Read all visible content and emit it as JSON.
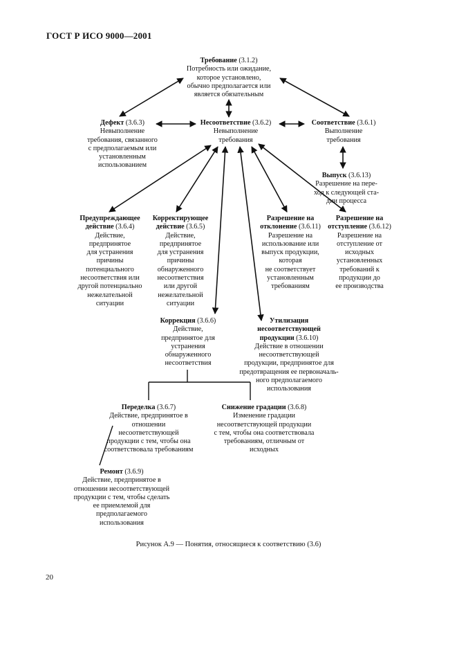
{
  "header": "ГОСТ Р ИСО 9000—2001",
  "nodes": {
    "requirement": {
      "title": "Требование",
      "ref": "(3.1.2)",
      "desc": "Потребность или ожидание,\nкоторое установлено,\nобычно предполагается или\nявляется обязательным"
    },
    "defect": {
      "title": "Дефект",
      "ref": "(3.6.3)",
      "desc": "Невыполнение\nтребования, связанного\nс предполагаемым или\nустановленным\nиспользованием"
    },
    "nonconformity": {
      "title": "Несоответствие",
      "ref": "(3.6.2)",
      "desc": "Невыполнение\nтребования"
    },
    "conformity": {
      "title": "Соответствие",
      "ref": "(3.6.1)",
      "desc": "Выполнение\nтребования"
    },
    "release": {
      "title": "Выпуск",
      "ref": "(3.6.13)",
      "desc": "Разрешение на пере-\nход к следующей ста-\nдии процесса"
    },
    "preventive": {
      "title": "Предупреждающее\nдействие",
      "ref": "(3.6.4)",
      "desc": "Действие,\nпредпринятое\nдля устранения\nпричины\nпотенциального\nнесоответствия или\nдругой потенциально\nнежелательной\nситуации"
    },
    "corrective": {
      "title": "Корректирующее\nдействие",
      "ref": "(3.6.5)",
      "desc": "Действие,\nпредпринятое\nдля устранения\nпричины\nобнаруженного\nнесоответствия\nили другой\nнежелательной\nситуации"
    },
    "concession": {
      "title": "Разрешение на\nотклонение",
      "ref": "(3.6.11)",
      "desc": "Разрешение на\nиспользование или\nвыпуск продукции,\nкоторая\nне соответствует\nустановленным\nтребованиям"
    },
    "deviation": {
      "title": "Разрешение на\nотступление",
      "ref": "(3.6.12)",
      "desc": "Разрешение на\nотступление от\nисходных\nустановленных\nтребований к\nпродукции до\nее производства"
    },
    "correction": {
      "title": "Коррекция",
      "ref": "(3.6.6)",
      "desc": "Действие,\nпредпринятое для\nустранения\nобнаруженного\nнесоответствия"
    },
    "scrap": {
      "title": "Утилизация\nнесоответствующей\nпродукции",
      "ref": "(3.6.10)",
      "desc": "Действие в отношении\nнесоответствующей\nпродукции, предпринятое для\nпредотвращения ее первоначаль-\nного предполагаемого\nиспользования"
    },
    "rework": {
      "title": "Переделка",
      "ref": "(3.6.7)",
      "desc": "Действие, предпринятое в\nотношении\nнесоответствующей\nпродукции с тем, чтобы она\nсоответствовала требованиям"
    },
    "regrade": {
      "title": "Снижение градации",
      "ref": "(3.6.8)",
      "desc": "Изменение градации\nнесоответствующей продукции\nс тем, чтобы она соответствовала\nтребованиям, отличным от\nисходных"
    },
    "repair": {
      "title": "Ремонт",
      "ref": "(3.6.9)",
      "desc": "Действие, предпринятое в\nотношении несоответствующей\nпродукции с тем, чтобы сделать\nее приемлемой для\nпредполагаемого\nиспользования"
    }
  },
  "caption": "Рисунок А.9 — Понятия, относящиеся к соответствию (3.6)",
  "page_number": "20"
}
